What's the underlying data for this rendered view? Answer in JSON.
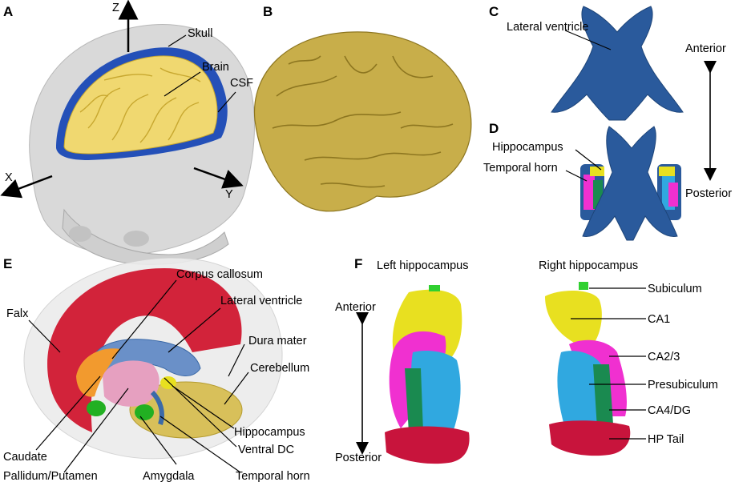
{
  "panels": {
    "a": {
      "letter": "A",
      "axes": {
        "z": "Z",
        "x": "X",
        "y": "Y"
      },
      "labels": {
        "skull": "Skull",
        "brain": "Brain",
        "csf": "CSF"
      },
      "colors": {
        "skull": "#d9d9d9",
        "csf": "#2450b8",
        "brain": "#f0d870"
      }
    },
    "b": {
      "letter": "B",
      "colors": {
        "brain": "#c8ae4a"
      }
    },
    "c": {
      "letter": "C",
      "labels": {
        "lateral_ventricle": "Lateral ventricle"
      },
      "colors": {
        "ventricle": "#2a5a9c"
      }
    },
    "orientation_cd": {
      "anterior": "Anterior",
      "posterior": "Posterior"
    },
    "d": {
      "letter": "D",
      "labels": {
        "hippocampus": "Hippocampus",
        "temporal_horn": "Temporal horn"
      }
    },
    "e": {
      "letter": "E",
      "labels": {
        "corpus_callosum": "Corpus callosum",
        "lateral_ventricle": "Lateral ventricle",
        "falx": "Falx",
        "dura_mater": "Dura mater",
        "cerebellum": "Cerebellum",
        "hippocampus": "Hippocampus",
        "ventral_dc": "Ventral DC",
        "caudate": "Caudate",
        "pallidum_putamen": "Pallidum/Putamen",
        "amygdala": "Amygdala",
        "temporal_horn": "Temporal horn"
      },
      "colors": {
        "falx": "#d2233a",
        "dura": "#e6e6e6",
        "cerebellum": "#d8c05a",
        "caudate": "#f29a2e",
        "putamen": "#e6a0c0",
        "ventricle": "#6a90c8",
        "amygdala": "#22b022"
      }
    },
    "f": {
      "letter": "F",
      "titles": {
        "left": "Left hippocampus",
        "right": "Right hippocampus"
      },
      "orientation": {
        "anterior": "Anterior",
        "posterior": "Posterior"
      },
      "labels": {
        "subiculum": "Subiculum",
        "ca1": "CA1",
        "ca23": "CA2/3",
        "presubiculum": "Presubiculum",
        "ca4dg": "CA4/DG",
        "hp_tail": "HP Tail"
      },
      "colors": {
        "ca1": "#e8e020",
        "ca23": "#f030d0",
        "presubiculum": "#30a8e0",
        "ca4dg": "#1a8a50",
        "subiculum": "#30d030",
        "tail": "#c8143c"
      }
    }
  }
}
